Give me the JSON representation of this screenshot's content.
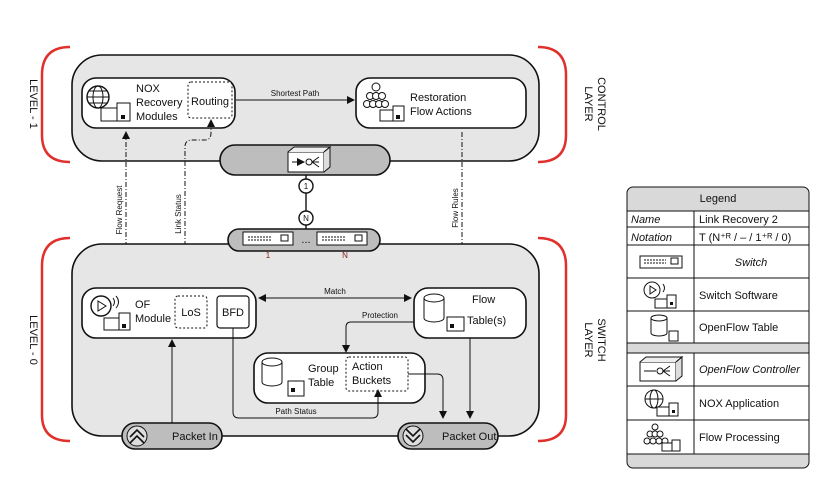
{
  "levels": {
    "level1": "LEVEL - 1",
    "level0": "LEVEL - 0",
    "control_layer": [
      "CONTROL",
      "LAYER"
    ],
    "switch_layer": [
      "SWITCH",
      "LAYER"
    ]
  },
  "control": {
    "nox_lines": [
      "NOX",
      "Recovery",
      "Modules"
    ],
    "routing": "Routing",
    "shortest_path": "Shortest Path",
    "restoration_lines": [
      "Restoration",
      "Flow Actions"
    ]
  },
  "links": {
    "one": "1",
    "n": "N",
    "flow_request": "Flow Request",
    "link_status": "Link Status",
    "flow_rules": "Flow Rules",
    "switch_index_1": "1",
    "switch_index_n": "N",
    "ellipsis": "..."
  },
  "switch": {
    "of_module_lines": [
      "OF",
      "Module"
    ],
    "los": "LoS",
    "bfd": "BFD",
    "match": "Match",
    "flow_table_lines": [
      "Flow",
      "Table(s)"
    ],
    "protection": "Protection",
    "group_table_lines": [
      "Group",
      "Table"
    ],
    "action_buckets_lines": [
      "Action",
      "Buckets"
    ],
    "path_status": "Path Status",
    "packet_in": "Packet In",
    "packet_out": "Packet Out"
  },
  "legend": {
    "title": "Legend",
    "rows": [
      {
        "key": "Name",
        "value": "Link Recovery 2",
        "italic_key": true
      },
      {
        "key": "Notation",
        "value": "T (N⁺ᴿ / – / 1⁺ᴿ / 0)",
        "italic_key": true
      },
      {
        "icon": "switch-icon",
        "value": "Switch",
        "italic_value": true
      },
      {
        "icon": "switch-software-icon",
        "value": "Switch Software"
      },
      {
        "icon": "openflow-table-icon",
        "value": "OpenFlow Table"
      },
      {
        "icon": "openflow-controller-icon",
        "value": "OpenFlow Controller",
        "italic_value": true
      },
      {
        "icon": "nox-application-icon",
        "value": "NOX Application"
      },
      {
        "icon": "flow-processing-icon",
        "value": "Flow Processing"
      }
    ]
  },
  "colors": {
    "panel_fill": "#e6e6e6",
    "bracket_red": "#e0302b",
    "legend_header": "#d9d9d9"
  }
}
